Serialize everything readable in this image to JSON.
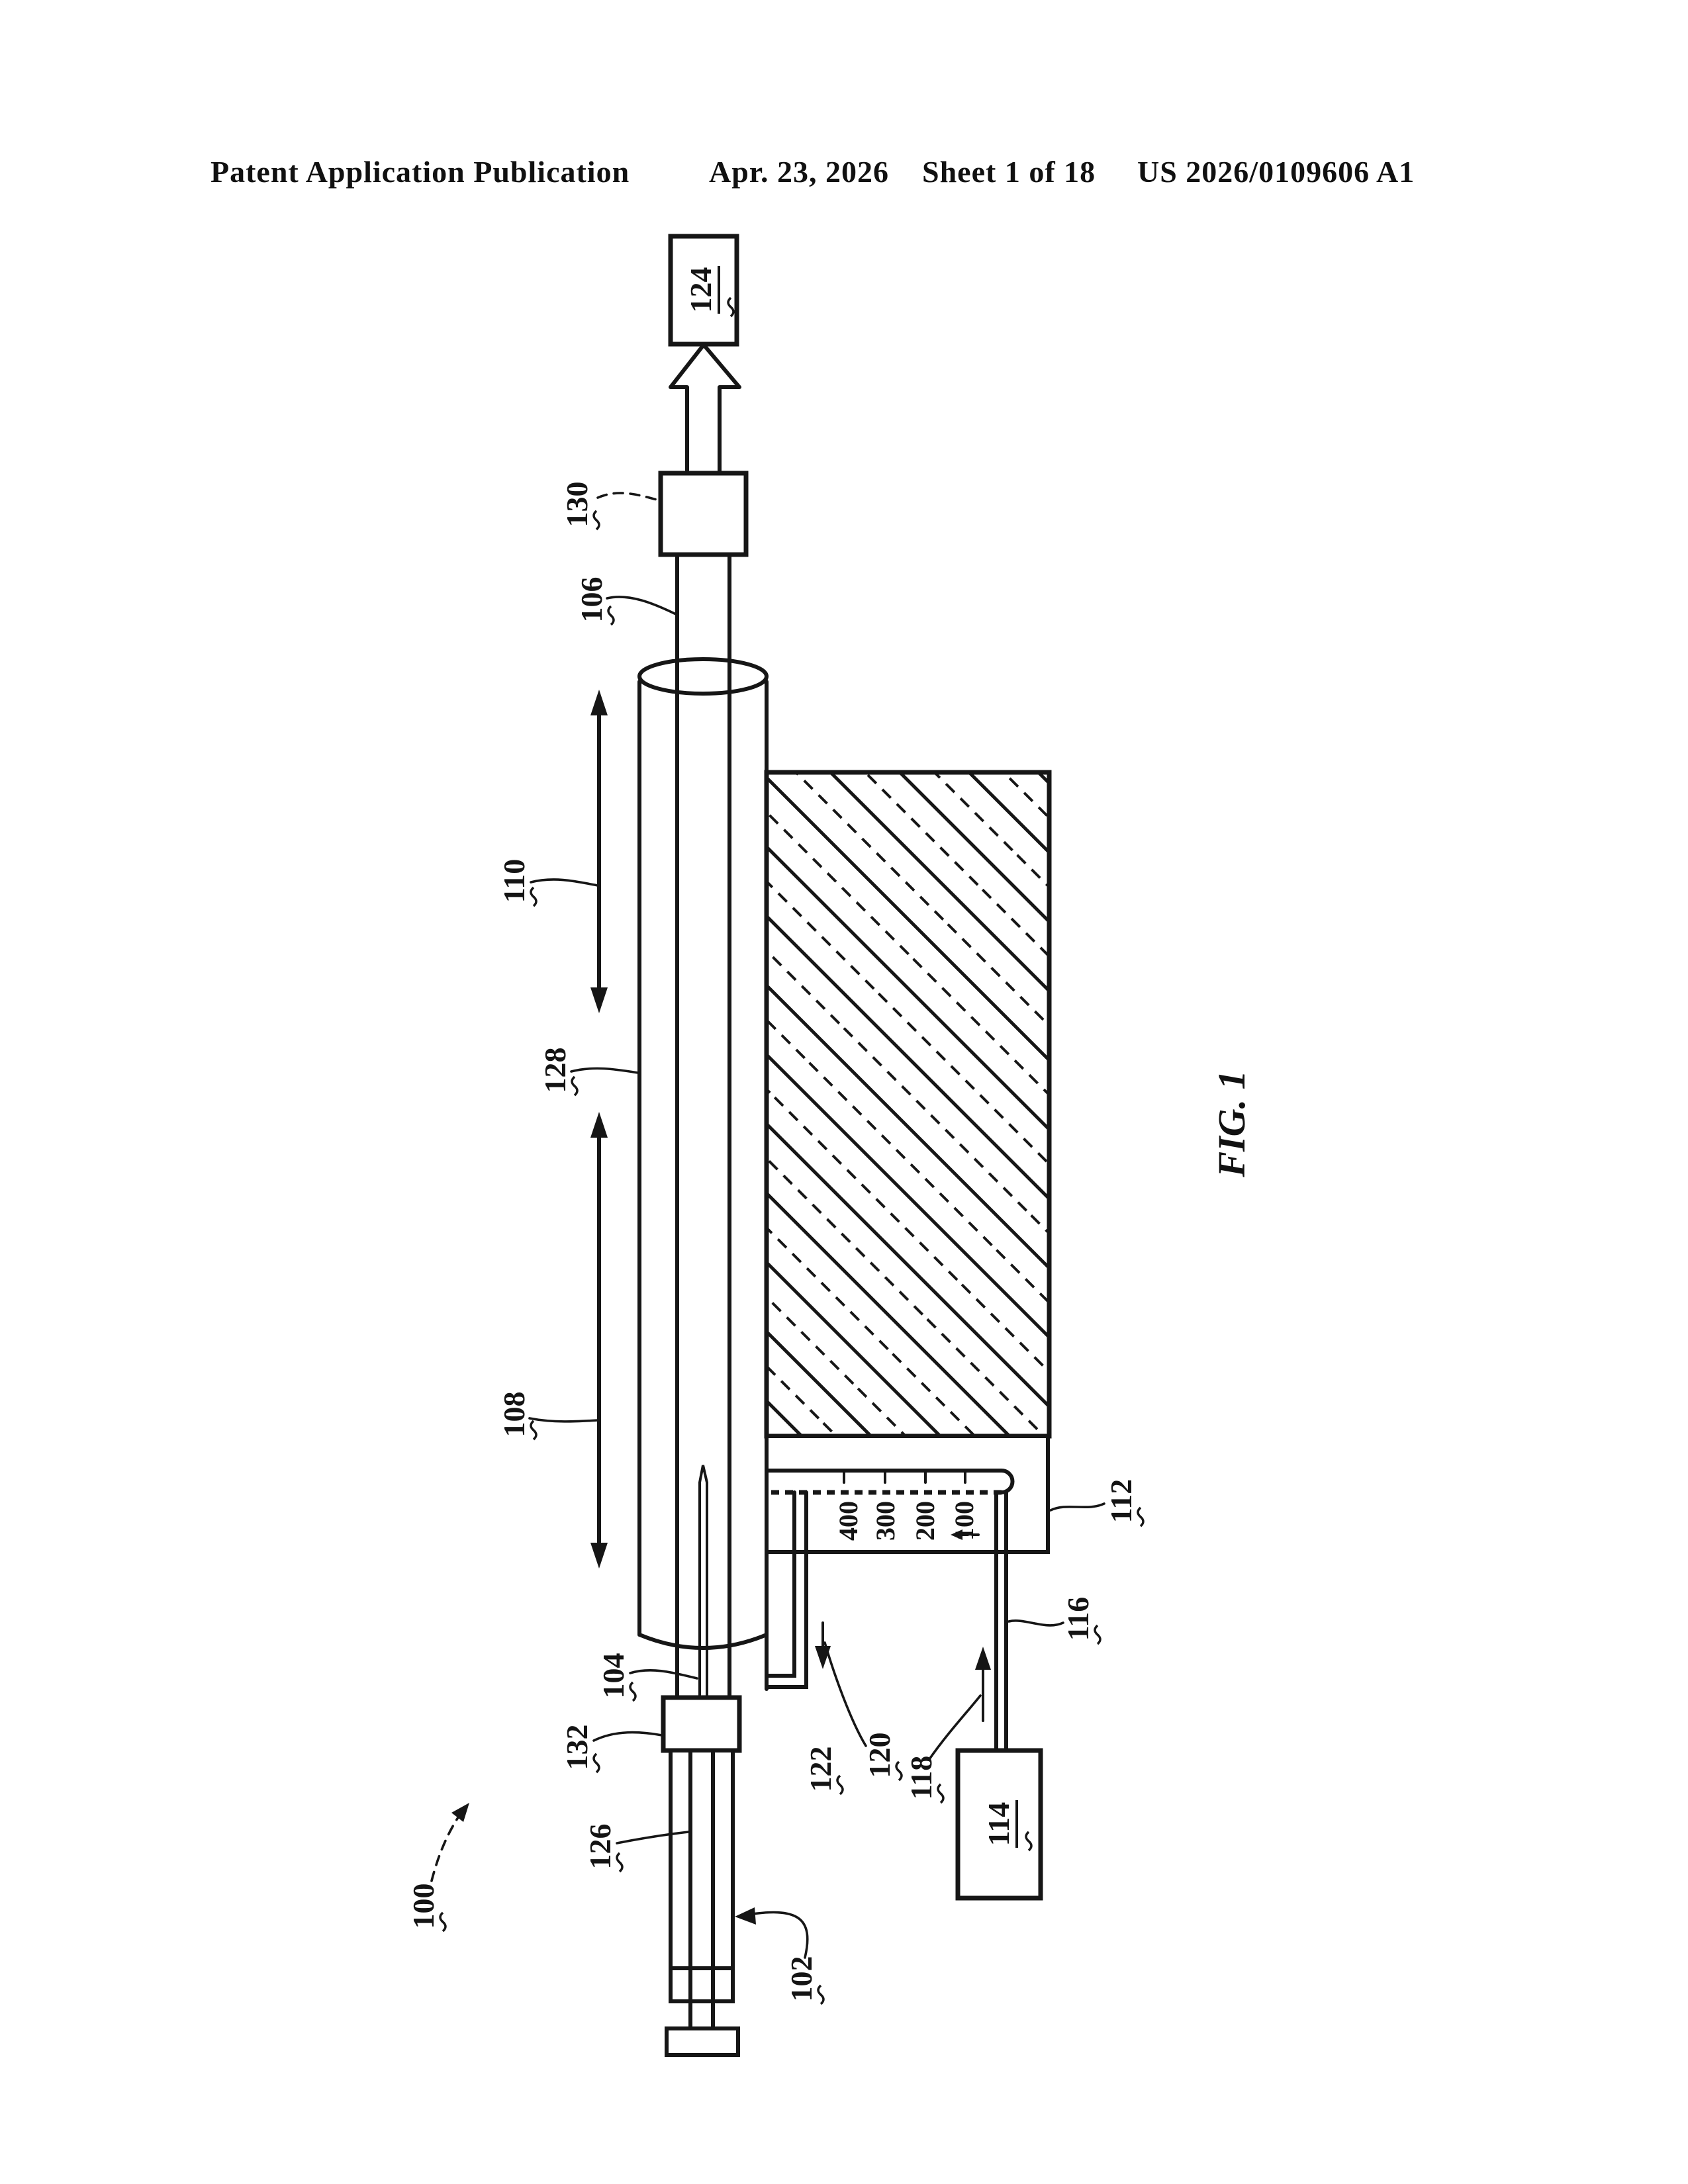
{
  "header": {
    "publication": "Patent Application Publication",
    "date": "Apr. 23, 2026",
    "sheet": "Sheet 1 of 18",
    "patent_number": "US 2026/0109606 A1"
  },
  "figure": {
    "caption": "FIG. 1",
    "scale": [
      "400",
      "300",
      "200",
      "100"
    ],
    "refs": {
      "r100": "100",
      "r102": "102",
      "r104": "104",
      "r106": "106",
      "r108": "108",
      "r110": "110",
      "r112": "112",
      "r114": "114",
      "r116": "116",
      "r118": "118",
      "r120": "120",
      "r122": "122",
      "r124": "124",
      "r126": "126",
      "r128": "128",
      "r130": "130",
      "r132": "132"
    }
  }
}
